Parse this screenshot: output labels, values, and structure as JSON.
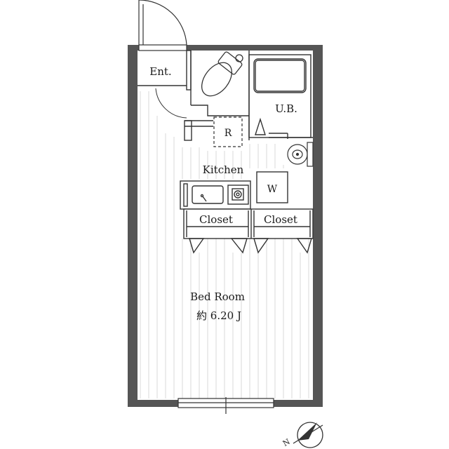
{
  "rooms": {
    "entrance": "Ent.",
    "unit_bath": "U.B.",
    "refrigerator": "R",
    "kitchen": "Kitchen",
    "washer": "W",
    "closet_left": "Closet",
    "closet_right": "Closet",
    "bedroom": "Bed Room",
    "bedroom_size": "約 6.20 J"
  },
  "compass": {
    "north_label": "N"
  },
  "colors": {
    "wall": "#555555",
    "line": "#333333",
    "floor_line": "#d9d9d9"
  }
}
